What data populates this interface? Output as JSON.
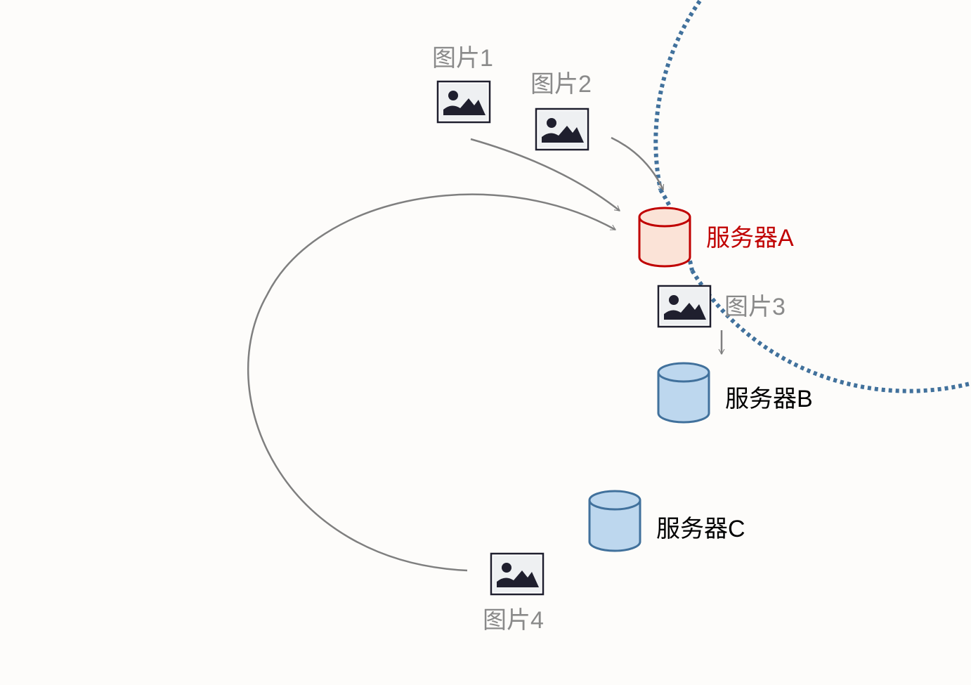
{
  "diagram": {
    "images": [
      {
        "id": "img1",
        "label": "图片1"
      },
      {
        "id": "img2",
        "label": "图片2"
      },
      {
        "id": "img3",
        "label": "图片3"
      },
      {
        "id": "img4",
        "label": "图片4"
      }
    ],
    "servers": [
      {
        "id": "srvA",
        "label": "服务器A",
        "color": "#c00000",
        "fill": "#fbe3d7",
        "stroke": "#c00000"
      },
      {
        "id": "srvB",
        "label": "服务器B",
        "color": "#000000",
        "fill": "#bdd7ee",
        "stroke": "#41719c"
      },
      {
        "id": "srvC",
        "label": "服务器C",
        "color": "#000000",
        "fill": "#bdd7ee",
        "stroke": "#41719c"
      }
    ],
    "colors": {
      "ring": "#41719c",
      "arrow": "#7f7f7f",
      "image_frame": "#1f1f2e",
      "image_icon": "#1f1f2e",
      "background": "#fdfcfa"
    },
    "icons": {
      "image": "image-icon",
      "server": "database-cylinder-icon"
    }
  }
}
